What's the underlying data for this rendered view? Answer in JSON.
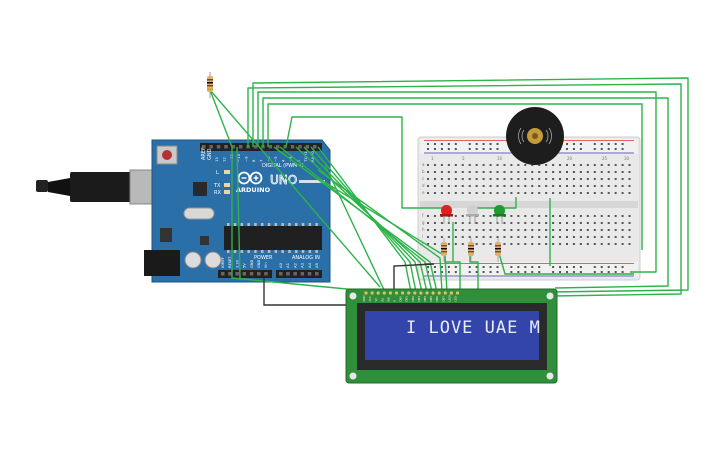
{
  "arduino": {
    "brand": "ARDUINO",
    "model": "UNO",
    "digital_label": "DIGITAL (PWM~)",
    "analog_label": "ANALOG IN",
    "power_label": "POWER",
    "led_l": "L",
    "led_tx": "TX",
    "led_rx": "RX",
    "aref": "AREF",
    "gnd": "GND",
    "digital_pins": [
      "13",
      "12",
      "~11",
      "~10",
      "~9",
      "8",
      "7",
      "~6",
      "~5",
      "4",
      "~3",
      "2",
      "TX→1",
      "RX←0"
    ],
    "power_pins": [
      "IOREF",
      "RESET",
      "3.3V",
      "5V",
      "GND",
      "GND",
      "Vin"
    ],
    "analog_pins": [
      "A0",
      "A1",
      "A2",
      "A3",
      "A4",
      "A5"
    ]
  },
  "lcd": {
    "text": "I LOVE UAE M",
    "pins": [
      "GND",
      "VCC",
      "V0",
      "RS",
      "RW",
      "E",
      "DB0",
      "DB1",
      "DB2",
      "DB3",
      "DB4",
      "DB5",
      "DB6",
      "DB7",
      "LED+",
      "LED-"
    ]
  },
  "breadboard": {
    "columns": [
      "1",
      "5",
      "10",
      "15",
      "20",
      "25",
      "30"
    ],
    "rows": [
      "a",
      "b",
      "c",
      "d",
      "e",
      "f",
      "g",
      "h",
      "i",
      "j"
    ]
  },
  "colors": {
    "wire": "#2db34a",
    "wire_dark": "#333333",
    "arduino_board": "#2a6fa8",
    "lcd_pcb": "#2f8f3a",
    "lcd_screen": "#3344aa",
    "led_red": "#e02020",
    "led_white": "#d0d0d0",
    "led_green": "#1f9a2e"
  }
}
